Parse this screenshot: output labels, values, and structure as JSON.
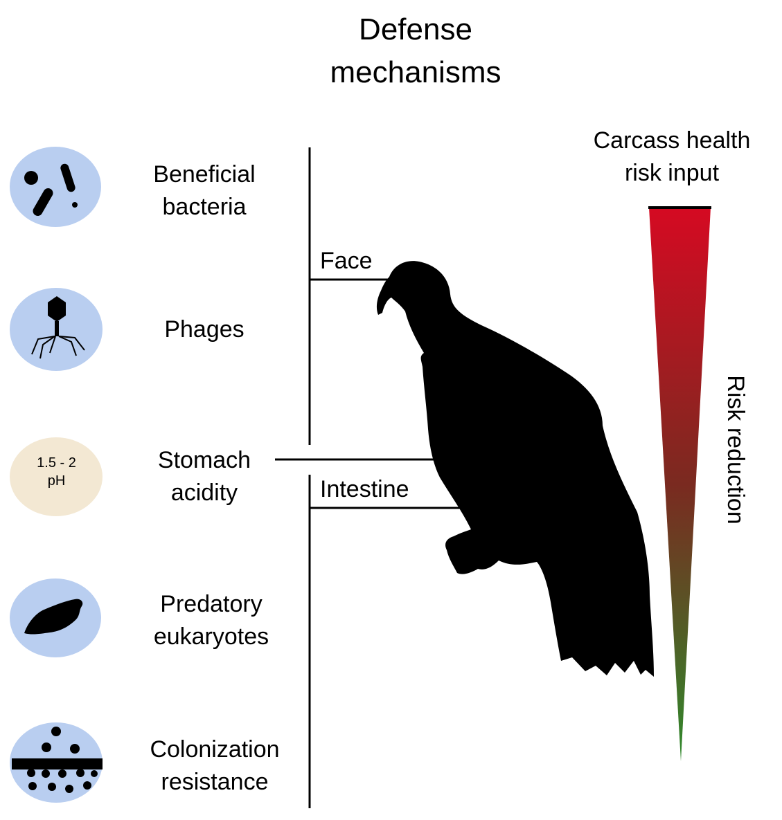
{
  "title": {
    "line1": "Defense",
    "line2": "mechanisms"
  },
  "mechanisms": [
    {
      "line1": "Beneficial",
      "line2": "bacteria",
      "icon": "bacteria-icon"
    },
    {
      "line1": "Phages",
      "line2": "",
      "icon": "phage-icon"
    },
    {
      "line1": "Stomach",
      "line2": "acidity",
      "icon": "ph-icon"
    },
    {
      "line1": "Predatory",
      "line2": "eukaryotes",
      "icon": "eukaryote-icon"
    },
    {
      "line1": "Colonization",
      "line2": "resistance",
      "icon": "colonization-icon"
    }
  ],
  "ph_badge": {
    "line1": "1.5 - 2",
    "line2": "pH"
  },
  "organs": {
    "face": "Face",
    "intestine": "Intestine"
  },
  "risk_input": {
    "line1": "Carcass health",
    "line2": "risk input"
  },
  "risk_reduction": "Risk reduction",
  "colors": {
    "icon_blue": "#b9cef0",
    "icon_beige": "#f3e8d3",
    "gradient_top": "#d50a22",
    "gradient_bottom": "#2f8a2c"
  }
}
